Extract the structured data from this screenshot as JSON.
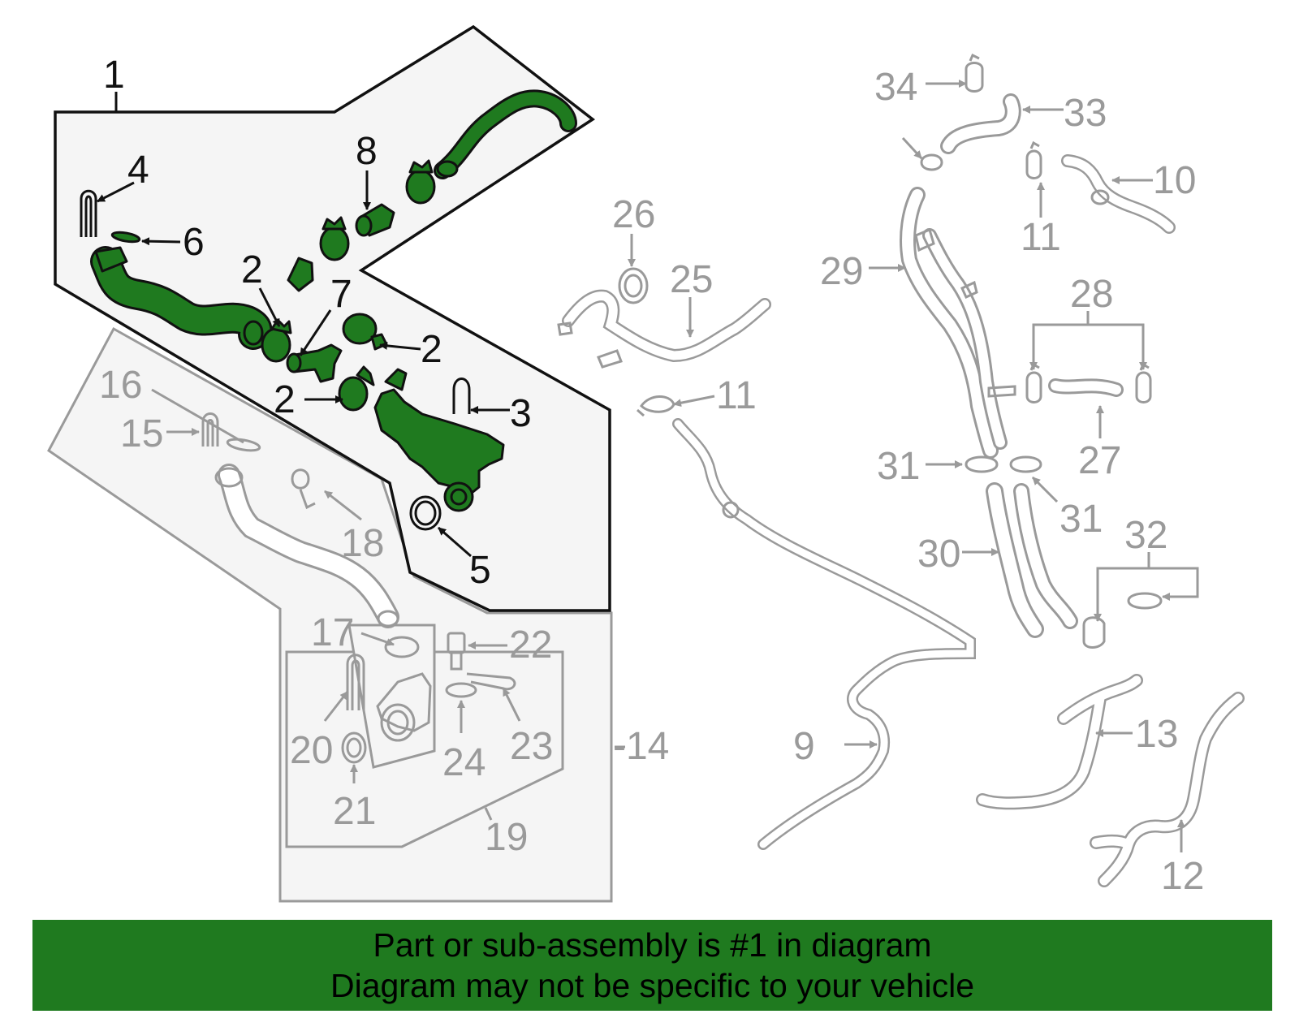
{
  "colors": {
    "highlight_part": "#1f7a1f",
    "banner_background": "#1f7a1f",
    "active_outline": "#111111",
    "inactive_outline": "#9a9a9a",
    "inactive_fill": "#f5f5f5"
  },
  "callouts": {
    "c1": "1",
    "c2a": "2",
    "c2b": "2",
    "c2c": "2",
    "c3": "3",
    "c4": "4",
    "c5": "5",
    "c6": "6",
    "c7": "7",
    "c8": "8",
    "c9": "9",
    "c10": "10",
    "c11a": "11",
    "c11b": "11",
    "c12": "12",
    "c13": "13",
    "c14": "-14",
    "c15": "15",
    "c16": "16",
    "c17": "17",
    "c18": "18",
    "c19": "19",
    "c20": "20",
    "c21": "21",
    "c22": "22",
    "c23": "23",
    "c24": "24",
    "c25": "25",
    "c26": "26",
    "c27": "27",
    "c28": "28",
    "c29": "29",
    "c30": "30",
    "c31a": "31",
    "c31b": "31",
    "c32": "32",
    "c33": "33",
    "c34": "34"
  },
  "banner": {
    "line1": "Part or sub-assembly is #1 in diagram",
    "line2": "Diagram may not be specific to your vehicle"
  }
}
